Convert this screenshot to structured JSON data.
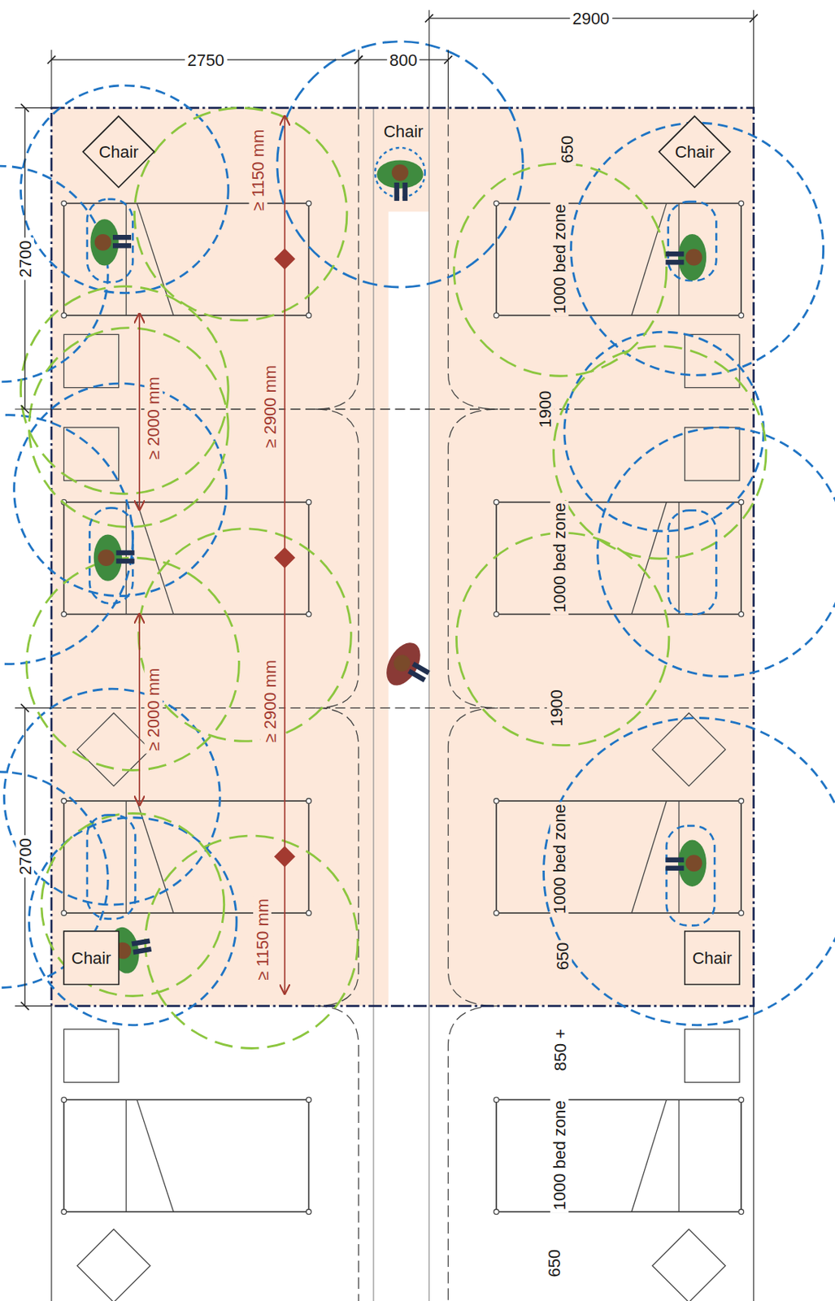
{
  "diagram": {
    "nodes": [
      {
        "text": [
          "Chair"
        ]
      },
      {
        "text": [
          "Chair"
        ]
      },
      {
        "text": [
          "Chair"
        ]
      },
      {
        "text": [
          "Chair"
        ]
      }
    ],
    "labels": [
      "2750",
      "800",
      "2900",
      "2700",
      "2700",
      "Chair",
      "650",
      "1000 bed zone",
      "1900",
      "1000 bed zone",
      "1900",
      "1000 bed zone",
      "650",
      "850 +",
      "1000 bed zone",
      "650",
      "≥ 1150 mm",
      "≥ 2000 mm",
      "≥ 2900 mm",
      "≥ 2000 mm",
      "≥ 2900 mm",
      "≥ 1150 mm"
    ]
  }
}
